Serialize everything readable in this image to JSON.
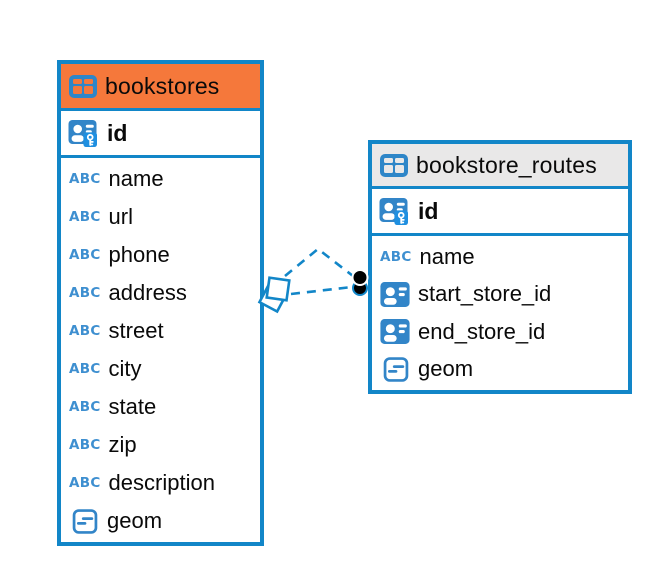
{
  "diagram": {
    "type": "entity-relationship",
    "canvas_background": "#ffffff",
    "colors": {
      "table_border": "#1286C8",
      "bookstores_header": "#F5783B",
      "bookstore_routes_header": "#E9E8E8",
      "icon_blue": "#3285C8",
      "relationship_line": "#1286C8",
      "text": "#0a0a0a"
    },
    "icons": {
      "text_type_glyph": "ABC"
    },
    "tables": [
      {
        "name": "bookstores",
        "header_color": "#F5783B",
        "primary_key": {
          "name": "id",
          "type": "primary-key"
        },
        "fields": [
          {
            "name": "name",
            "type": "text"
          },
          {
            "name": "url",
            "type": "text"
          },
          {
            "name": "phone",
            "type": "text"
          },
          {
            "name": "address",
            "type": "text"
          },
          {
            "name": "street",
            "type": "text"
          },
          {
            "name": "city",
            "type": "text"
          },
          {
            "name": "state",
            "type": "text"
          },
          {
            "name": "zip",
            "type": "text"
          },
          {
            "name": "description",
            "type": "text"
          },
          {
            "name": "geom",
            "type": "geometry"
          }
        ]
      },
      {
        "name": "bookstore_routes",
        "header_color": "#E9E8E8",
        "primary_key": {
          "name": "id",
          "type": "primary-key"
        },
        "fields": [
          {
            "name": "name",
            "type": "text"
          },
          {
            "name": "start_store_id",
            "type": "reference"
          },
          {
            "name": "end_store_id",
            "type": "reference"
          },
          {
            "name": "geom",
            "type": "geometry"
          }
        ]
      }
    ],
    "relationships": [
      {
        "from_table": "bookstores",
        "to_table": "bookstore_routes",
        "line_style": "dashed"
      },
      {
        "from_table": "bookstores",
        "to_table": "bookstore_routes",
        "line_style": "dashed"
      }
    ]
  }
}
